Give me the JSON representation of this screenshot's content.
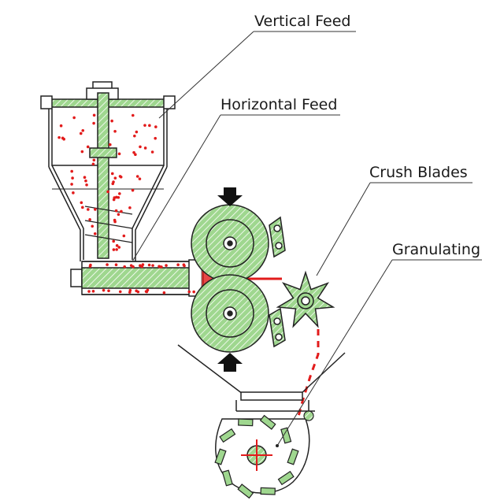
{
  "labels": {
    "vertical_feed": "Vertical Feed",
    "horizontal_feed": "Horizontal Feed",
    "crush_blades": "Crush Blades",
    "granulating": "Granulating"
  },
  "colors": {
    "line": "#222222",
    "part_fill": "#9fd78f",
    "material": "#e21b1b",
    "background": "#ffffff"
  }
}
